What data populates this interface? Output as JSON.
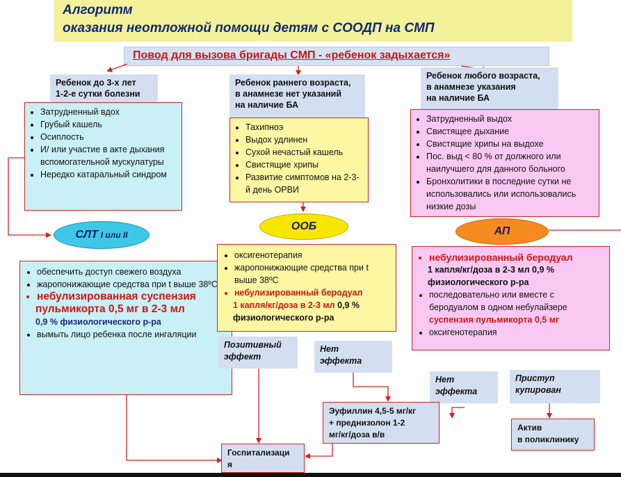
{
  "title": {
    "line1": "Алгоритм",
    "line2": "оказания неотложной помощи детям с СООДП на СМП"
  },
  "reason": "Повод для вызова бригады СМП - «ребенок задыхается»",
  "columns": {
    "left": {
      "header_line1": "Ребенок до 3-х лет",
      "header_line2": "1-2-е сутки болезни",
      "symptoms": [
        "Затрудненный вдох",
        "Грубый кашель",
        "Осиплость",
        "И/ или участие в акте дыхания вспомогательной мускулатуры",
        "Нередко катаральный синдром"
      ],
      "diagnosis": "СЛТ",
      "diagnosis_suffix": "I или II",
      "treatment": {
        "items": [
          "обеспечить доступ свежего воздуха",
          "жаропонижающие средства при t выше 38ºС"
        ],
        "highlight_line1": "небулизированная суспензия",
        "highlight_line2": "пульмикорта 0,5 мг в 2-3 мл",
        "highlight_line3": "0,9 % физиологического р-ра",
        "last_item": "вымыть лицо ребенка после ингаляции"
      }
    },
    "middle": {
      "header_line1": "Ребенок раннего возраста,",
      "header_line2": "в анамнезе нет указаний",
      "header_line3": "на наличие БА",
      "symptoms": [
        "Тахипноэ",
        "Выдох удлинен",
        "Сухой нечастый кашель",
        "Свистящие хрипы",
        "Развитие симптомов на 2-3-й день ОРВИ"
      ],
      "diagnosis": "ООБ",
      "treatment": {
        "items": [
          "оксигенотерапия",
          "жаропонижающие средства при t выше 38ºС"
        ],
        "highlight_line1": "небулизированный беродуал",
        "highlight_line2": "1 капля/кг/доза в 2-3 мл",
        "highlight_line2_tail": "0,9 %",
        "highlight_line3": "физиологического р-ра"
      }
    },
    "right": {
      "header_line1": "Ребенок любого возраста,",
      "header_line2": "в анамнезе указания",
      "header_line3": "на наличие БА",
      "symptoms": [
        "Затрудненный выдох",
        "Свистящее дыхание",
        "Свистящие хрипы на   выдохе",
        "Пос. выд < 80 % от должного или наилучшего для данного больного",
        "Бронхолитики в последние сутки не использовались или использовались низкие дозы"
      ],
      "diagnosis": "АП",
      "treatment": {
        "highlight_line1": "небулизированный беродуал",
        "highlight_line2": "1 капля/кг/доза в 2-3 мл  0,9 %",
        "highlight_line3": "физиологического р-ра",
        "item2": "последовательно или вместе с беродуалом в одном небулайзере",
        "item2_red": "суспензия пульмикорта 0,5 мг",
        "item3": "оксигенотерапия"
      }
    }
  },
  "outcomes": {
    "positive_line1": "Позитивный",
    "positive_line2": "эффект",
    "no_effect1_line1": "Нет",
    "no_effect1_line2": "эффекта",
    "no_effect2_line1": "Нет",
    "no_effect2_line2": "эффекта",
    "attack_line1": "Приступ",
    "attack_line2": "купирован",
    "euphyllin_line1": "Эуфиллин 4,5-5 мг/кг",
    "euphyllin_line2": "+ преднизолон 1-2",
    "euphyllin_line3": "мг/кг/доза в/в",
    "active_line1": "Актив",
    "active_line2": "в поликлинику",
    "hospital_line1": "Госпитализаци",
    "hospital_line2": "я"
  },
  "colors": {
    "title_bg": "#f3f19a",
    "header_bg": "#d3dff0",
    "left_panel": "#c9f0f6",
    "middle_panel": "#fdf7a4",
    "right_panel": "#f9c9f3",
    "oval_blue": "#3ec8e8",
    "oval_yellow": "#f7e600",
    "oval_orange": "#f58a1e",
    "arrow": "#d32020"
  }
}
